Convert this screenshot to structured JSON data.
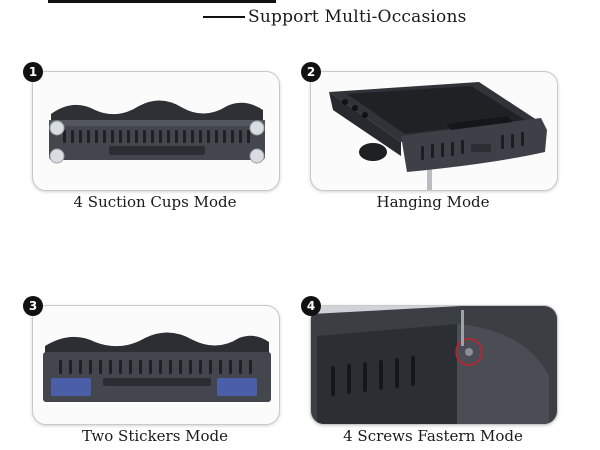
{
  "header": {
    "title": "Support Multi-Occasions"
  },
  "modes": [
    {
      "number": "1",
      "caption": "4 Suction Cups Mode"
    },
    {
      "number": "2",
      "caption": "Hanging Mode"
    },
    {
      "number": "3",
      "caption": "Two Stickers Mode"
    },
    {
      "number": "4",
      "caption": "4 Screws Fastern Mode"
    }
  ],
  "colors": {
    "product": "#3a3d42",
    "product_dark": "#23262a",
    "badge": "#111111",
    "sticker": "#4a5fa8"
  }
}
